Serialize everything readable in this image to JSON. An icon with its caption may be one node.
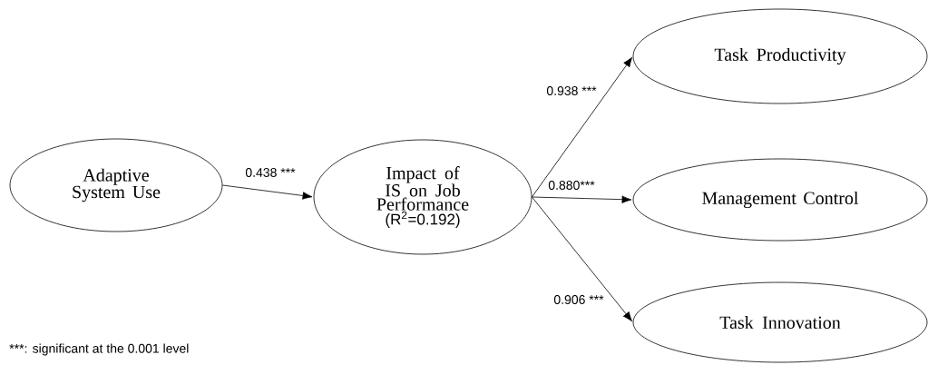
{
  "diagram": {
    "nodes": [
      {
        "text": [
          "Adaptive System Use"
        ]
      },
      {
        "text": [
          "Impact of IS on Job Performance",
          "(R$^{2}$=0.192)"
        ]
      },
      {
        "text": [
          "Task Productivity"
        ]
      },
      {
        "text": [
          "Management Control"
        ]
      },
      {
        "text": [
          "Task Innovation"
        ]
      }
    ],
    "edges": [
      {
        "from": 0,
        "to": 1,
        "arrow": "to",
        "label": "0.438 ***"
      },
      {
        "from": 1,
        "to": 2,
        "arrow": "to",
        "label": "0.938 ***"
      },
      {
        "from": 1,
        "to": 3,
        "arrow": "to",
        "label": "0.880***"
      },
      {
        "from": 1,
        "to": 4,
        "arrow": "to",
        "label": "0.906 ***"
      }
    ],
    "labels": [
      "***: significant at the 0.001 level"
    ]
  }
}
